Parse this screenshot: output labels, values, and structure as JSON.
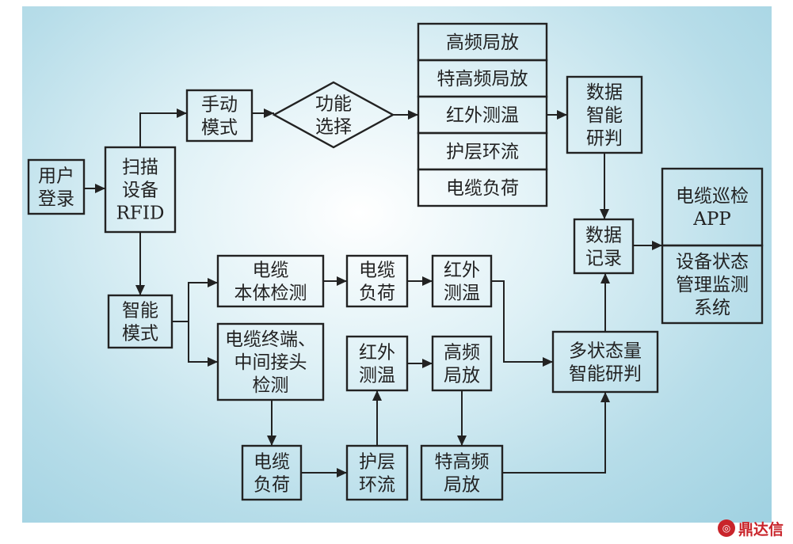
{
  "diagram": {
    "nodes": {
      "user_login": [
        "用户",
        "登录"
      ],
      "scan_rfid": [
        "扫描",
        "设备",
        "RFID"
      ],
      "manual_mode": [
        "手动",
        "模式"
      ],
      "function_select": [
        "功能",
        "选择"
      ],
      "hf_pd": [
        "高频局放"
      ],
      "uhf_pd": [
        "特高频局放"
      ],
      "ir_temp": [
        "红外测温"
      ],
      "sheath_current": [
        "护层环流"
      ],
      "cable_load": [
        "电缆负荷"
      ],
      "data_analysis": [
        "数据",
        "智能",
        "研判"
      ],
      "data_record": [
        "数据",
        "记录"
      ],
      "cable_app": [
        "电缆巡检",
        "APP"
      ],
      "status_system": [
        "设备状态",
        "管理监测",
        "系统"
      ],
      "smart_mode": [
        "智能",
        "模式"
      ],
      "body_detect": [
        "电缆",
        "本体检测"
      ],
      "body_load": [
        "电缆",
        "负荷"
      ],
      "body_ir": [
        "红外",
        "测温"
      ],
      "term_detect": [
        "电缆终端、",
        "中间接头",
        "检测"
      ],
      "term_ir": [
        "红外",
        "测温"
      ],
      "term_hf": [
        "高频",
        "局放"
      ],
      "term_load": [
        "电缆",
        "负荷"
      ],
      "term_sheath": [
        "护层",
        "环流"
      ],
      "term_uhf": [
        "特高频",
        "局放"
      ],
      "multi_state": [
        "多状态量",
        "智能研判"
      ]
    },
    "edges": [
      [
        "user_login",
        "scan_rfid"
      ],
      [
        "scan_rfid",
        "manual_mode"
      ],
      [
        "scan_rfid",
        "smart_mode"
      ],
      [
        "manual_mode",
        "function_select"
      ],
      [
        "function_select",
        "ir_temp"
      ],
      [
        "ir_temp",
        "data_analysis"
      ],
      [
        "data_analysis",
        "data_record"
      ],
      [
        "data_record",
        "cable_app"
      ],
      [
        "smart_mode",
        "body_detect"
      ],
      [
        "smart_mode",
        "term_detect"
      ],
      [
        "body_detect",
        "body_load"
      ],
      [
        "body_load",
        "body_ir"
      ],
      [
        "body_ir",
        "multi_state"
      ],
      [
        "term_detect",
        "term_load"
      ],
      [
        "term_load",
        "term_sheath"
      ],
      [
        "term_sheath",
        "term_ir"
      ],
      [
        "term_ir",
        "term_hf"
      ],
      [
        "term_hf",
        "term_uhf"
      ],
      [
        "term_uhf",
        "multi_state"
      ],
      [
        "multi_state",
        "data_record"
      ]
    ]
  },
  "logo": {
    "text": "鼎达信"
  },
  "colors": {
    "stroke": "#222222",
    "background_center": "#ffffff",
    "background_edge": "#9fd1e1",
    "logo": "#c9242b"
  }
}
